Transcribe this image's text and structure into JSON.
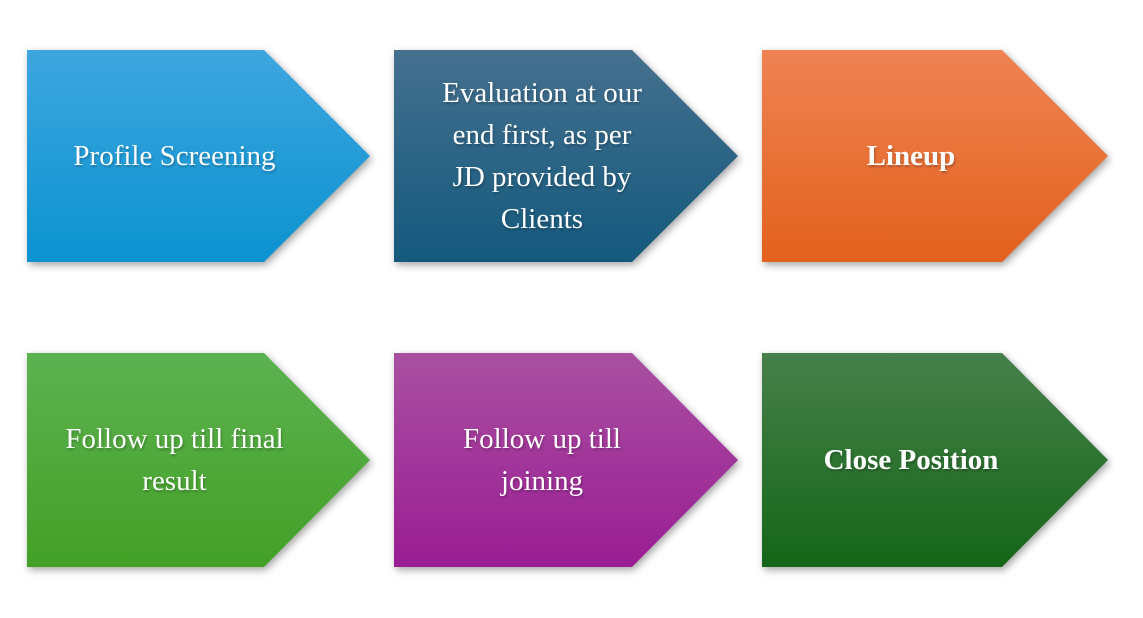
{
  "diagram": {
    "background_color": "#FFFFFF",
    "text_color": "#FFFFFF",
    "shape": "right-arrow-chevron",
    "steps": [
      {
        "label": "Profile Screening",
        "bold": false,
        "color_top": "#3EA6DF",
        "color_bottom": "#0B93D0"
      },
      {
        "label": "Evaluation at our\nend first, as per\nJD provided by\nClients",
        "bold": false,
        "color_top": "#45708E",
        "color_bottom": "#14597D"
      },
      {
        "label": "Lineup",
        "bold": true,
        "color_top": "#EF8354",
        "color_bottom": "#E2611C"
      },
      {
        "label": "Follow up till final\nresult",
        "bold": false,
        "color_top": "#5CB251",
        "color_bottom": "#43A026"
      },
      {
        "label": "Follow up till\njoining",
        "bold": false,
        "color_top": "#A950A1",
        "color_bottom": "#9A1D93"
      },
      {
        "label": "Close Position",
        "bold": true,
        "color_top": "#47804A",
        "color_bottom": "#156619"
      }
    ]
  }
}
